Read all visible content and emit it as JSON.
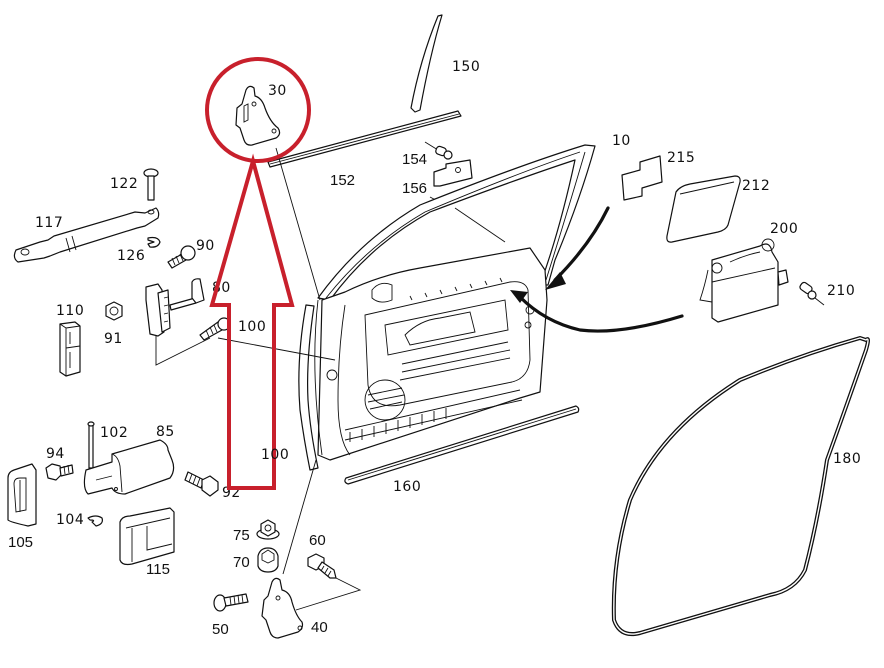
{
  "diagram": {
    "title": "Front door exploded parts diagram",
    "highlight_color": "#c8202c",
    "highlighted_part": "30",
    "labels": {
      "p10": "10",
      "p30": "30",
      "p40": "40",
      "p50": "50",
      "p60": "60",
      "p70": "70",
      "p75": "75",
      "p80": "80",
      "p85": "85",
      "p90": "90",
      "p91": "91",
      "p92": "92",
      "p94": "94",
      "p100": "100",
      "p100b": "100",
      "p102": "102",
      "p104": "104",
      "p105": "105",
      "p110": "110",
      "p115": "115",
      "p117": "117",
      "p122": "122",
      "p126": "126",
      "p150": "150",
      "p152": "152",
      "p154": "154",
      "p156": "156",
      "p160": "160",
      "p180": "180",
      "p200": "200",
      "p210": "210",
      "p212": "212",
      "p215": "215"
    }
  }
}
